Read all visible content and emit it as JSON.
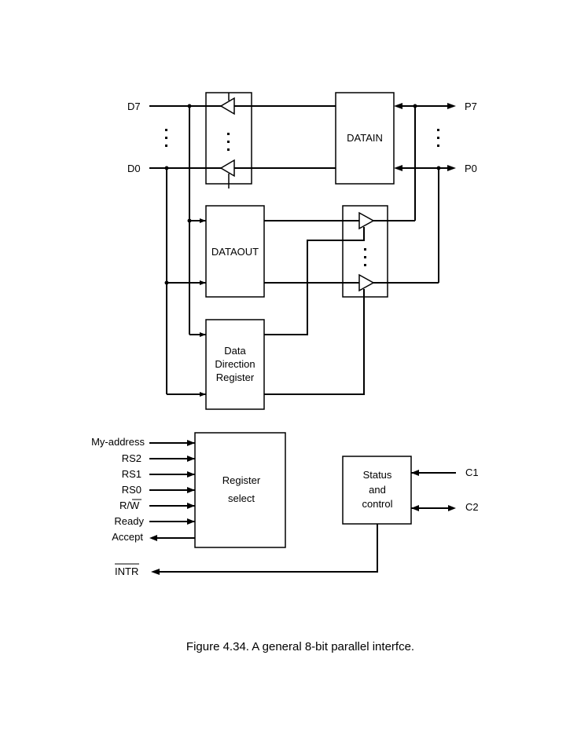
{
  "signals": {
    "d7": "D7",
    "d0": "D0",
    "p7": "P7",
    "p0": "P0",
    "my_address": "My-address",
    "rs2": "RS2",
    "rs1": "RS1",
    "rs0": "RS0",
    "r_w_prefix": "R/",
    "r_w_bar": "W",
    "ready": "Ready",
    "accept": "Accept",
    "intr": "INTR",
    "c1": "C1",
    "c2": "C2"
  },
  "blocks": {
    "datain": "DATAIN",
    "dataout": "DATAOUT",
    "ddr_line1": "Data",
    "ddr_line2": "Direction",
    "ddr_line3": "Register",
    "regsel_line1": "Register",
    "regsel_line2": "select",
    "status_line1": "Status",
    "status_line2": "and",
    "status_line3": "control"
  },
  "caption": "Figure 4.34.  A general 8-bit parallel interfce."
}
